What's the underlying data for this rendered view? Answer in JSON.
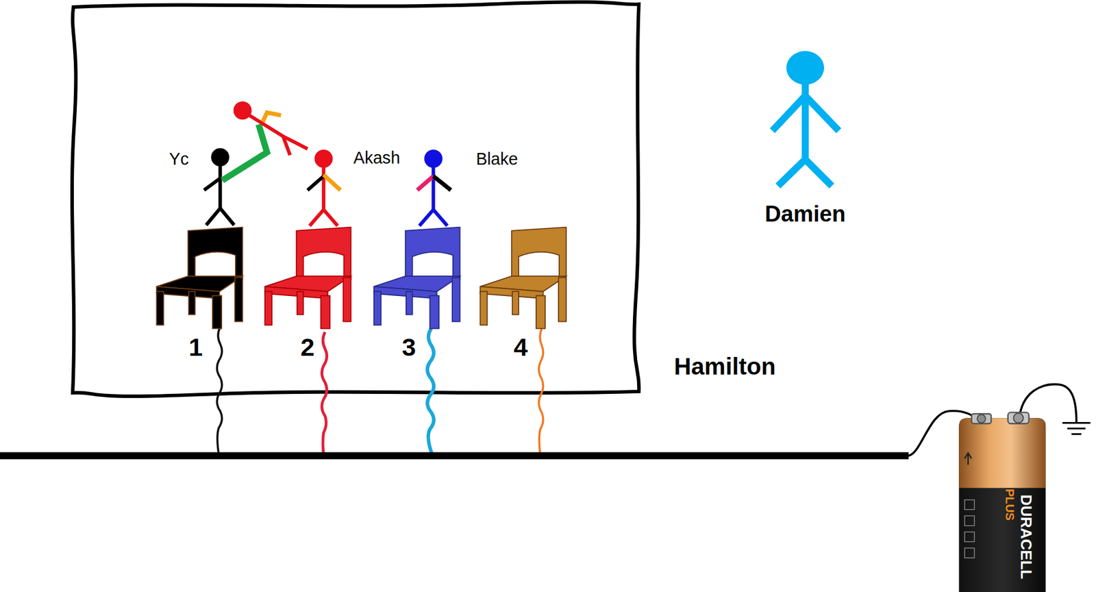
{
  "diagram": {
    "labels": [
      "Yc",
      "Akash",
      "Blake",
      "1",
      "2",
      "3",
      "4",
      "Damien",
      "Hamilton",
      "PLUS",
      "DURACELL"
    ]
  }
}
